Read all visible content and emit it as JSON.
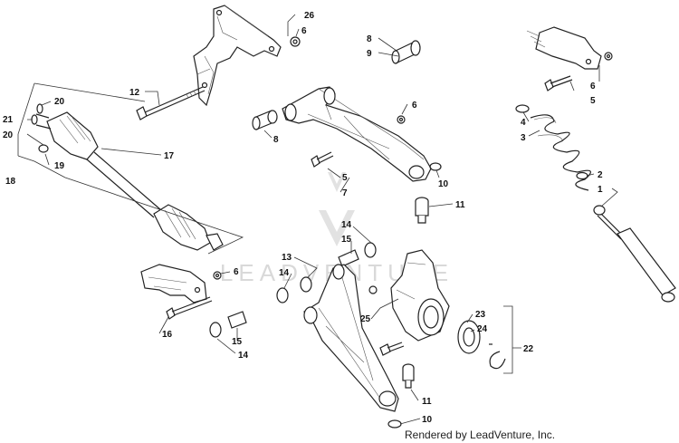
{
  "watermark": {
    "text": "LEADVENTURE"
  },
  "credit": "Rendered by LeadVenture, Inc.",
  "callouts": [
    {
      "id": "c26",
      "label": "26"
    },
    {
      "id": "c6a",
      "label": "6"
    },
    {
      "id": "c8a",
      "label": "8"
    },
    {
      "id": "c9",
      "label": "9"
    },
    {
      "id": "c12",
      "label": "12"
    },
    {
      "id": "c6b",
      "label": "6"
    },
    {
      "id": "c8b",
      "label": "8"
    },
    {
      "id": "c5a",
      "label": "5"
    },
    {
      "id": "c7",
      "label": "7"
    },
    {
      "id": "c10a",
      "label": "10"
    },
    {
      "id": "c11a",
      "label": "11"
    },
    {
      "id": "c20a",
      "label": "20"
    },
    {
      "id": "c21",
      "label": "21"
    },
    {
      "id": "c20b",
      "label": "20"
    },
    {
      "id": "c19",
      "label": "19"
    },
    {
      "id": "c18",
      "label": "18"
    },
    {
      "id": "c17",
      "label": "17"
    },
    {
      "id": "c6c",
      "label": "6"
    },
    {
      "id": "c5b",
      "label": "5"
    },
    {
      "id": "c4",
      "label": "4"
    },
    {
      "id": "c3",
      "label": "3"
    },
    {
      "id": "c2",
      "label": "2"
    },
    {
      "id": "c1",
      "label": "1"
    },
    {
      "id": "c14a",
      "label": "14"
    },
    {
      "id": "c15a",
      "label": "15"
    },
    {
      "id": "c13",
      "label": "13"
    },
    {
      "id": "c14b",
      "label": "14"
    },
    {
      "id": "c6d",
      "label": "6"
    },
    {
      "id": "c25",
      "label": "25"
    },
    {
      "id": "c23",
      "label": "23"
    },
    {
      "id": "c24",
      "label": "24"
    },
    {
      "id": "c22",
      "label": "22"
    },
    {
      "id": "c16",
      "label": "16"
    },
    {
      "id": "c15b",
      "label": "15"
    },
    {
      "id": "c14c",
      "label": "14"
    },
    {
      "id": "c11b",
      "label": "11"
    },
    {
      "id": "c10b",
      "label": "10"
    }
  ]
}
